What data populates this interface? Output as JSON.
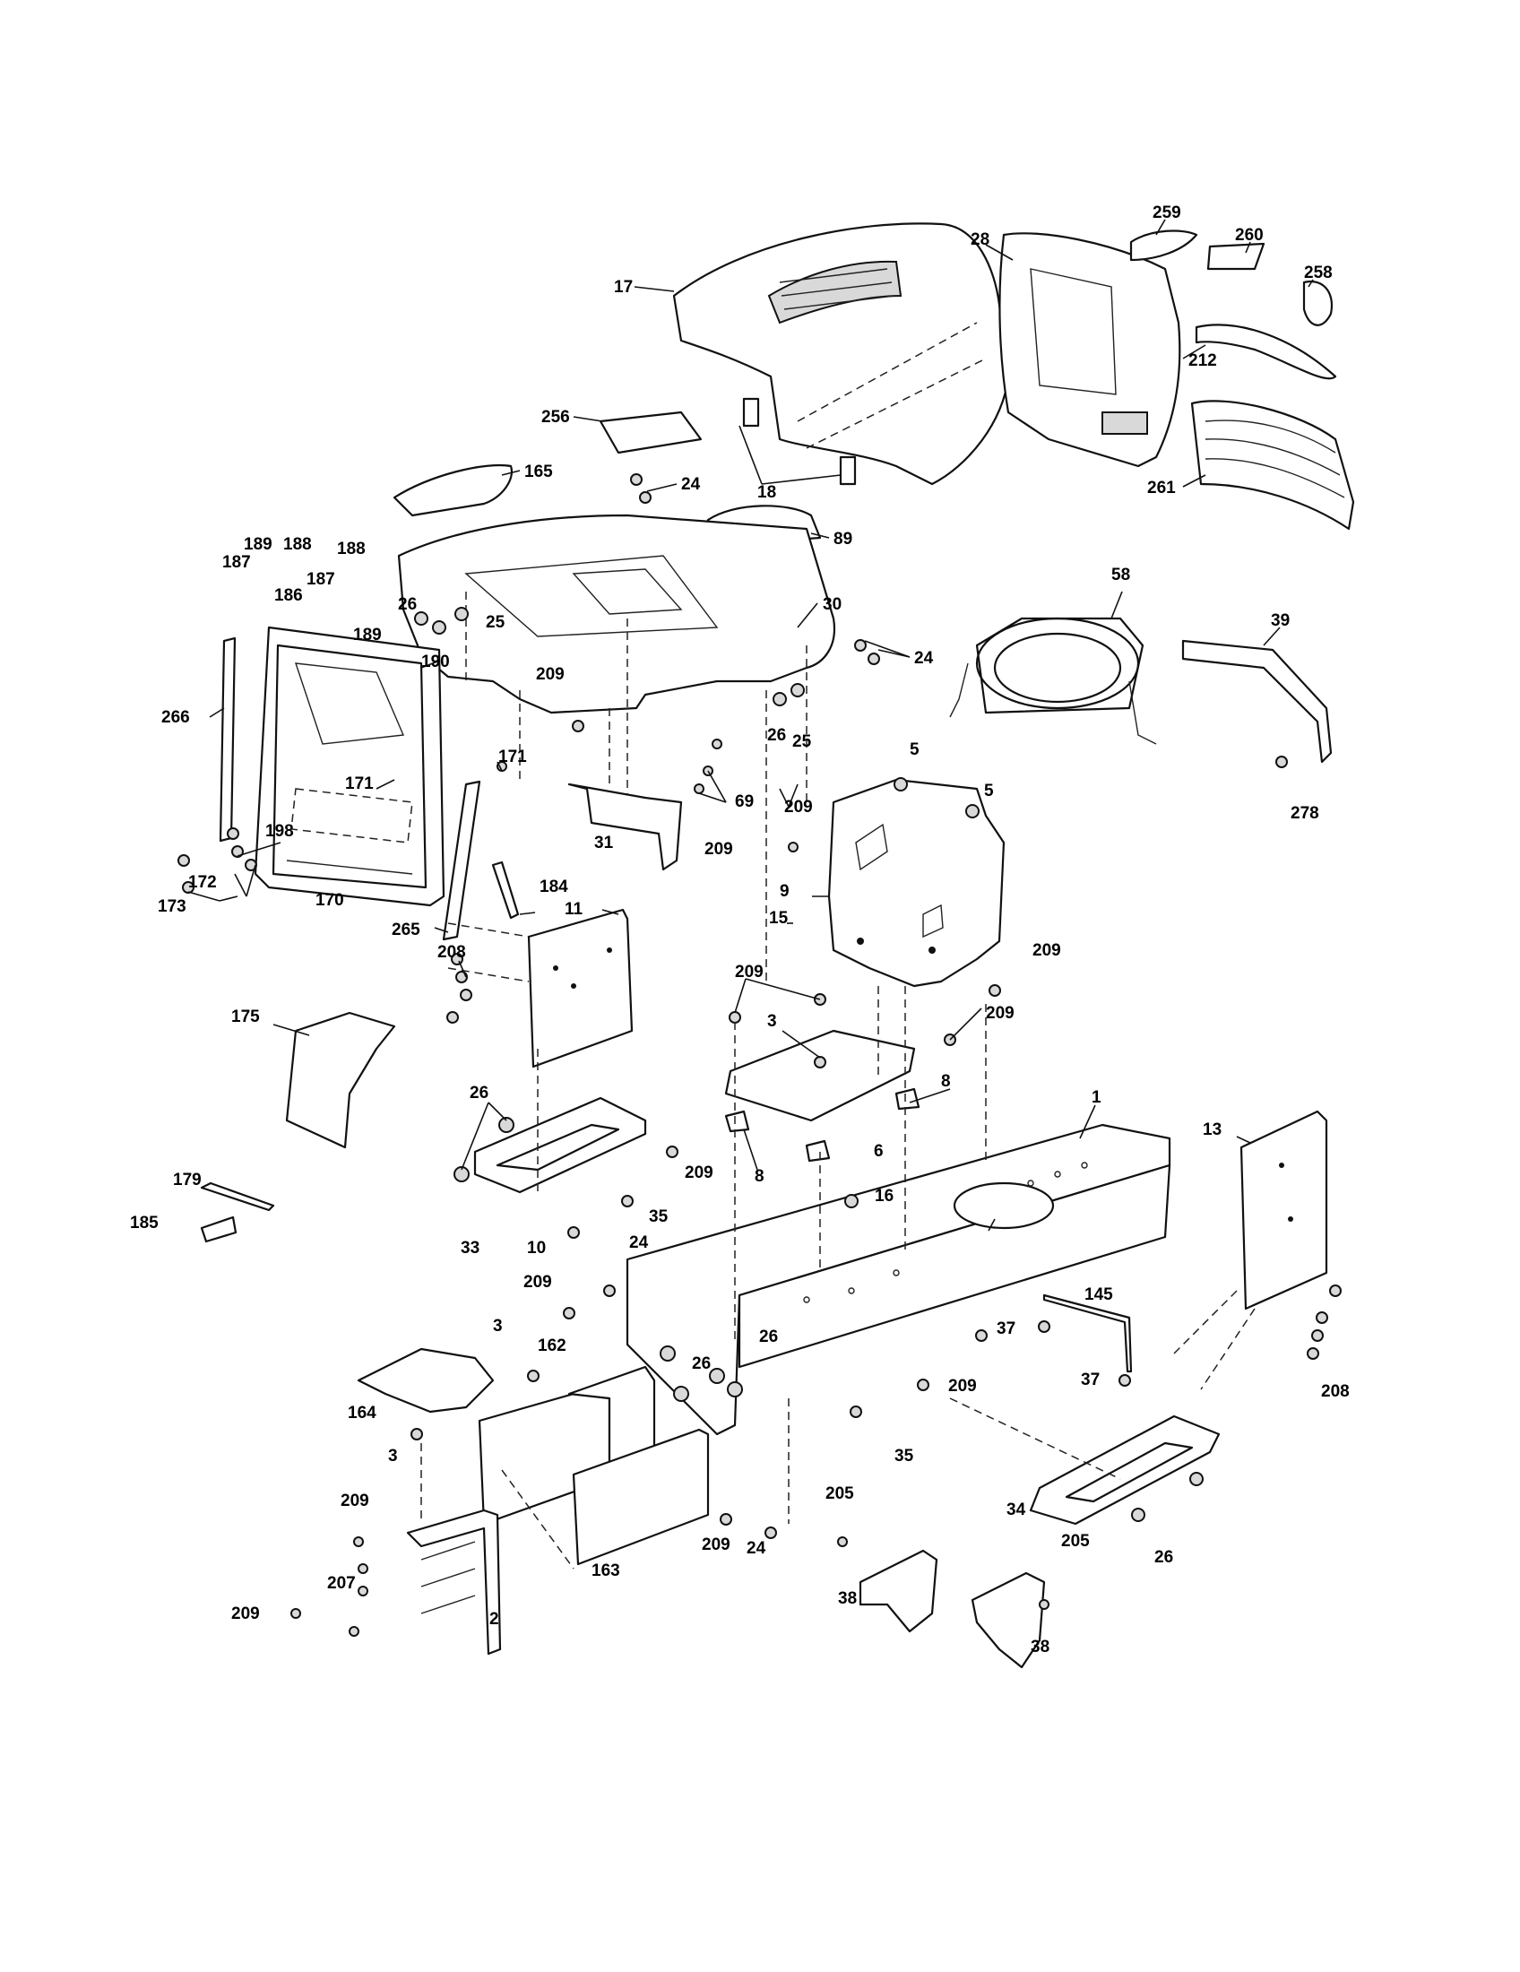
{
  "diagram": {
    "callouts": [
      {
        "id": "c259",
        "text": "259"
      },
      {
        "id": "c260",
        "text": "260"
      },
      {
        "id": "c28",
        "text": "28"
      },
      {
        "id": "c258",
        "text": "258"
      },
      {
        "id": "c17",
        "text": "17"
      },
      {
        "id": "c212",
        "text": "212"
      },
      {
        "id": "c256",
        "text": "256"
      },
      {
        "id": "c261",
        "text": "261"
      },
      {
        "id": "c165",
        "text": "165"
      },
      {
        "id": "c24a",
        "text": "24"
      },
      {
        "id": "c18",
        "text": "18"
      },
      {
        "id": "c89",
        "text": "89"
      },
      {
        "id": "c189a",
        "text": "189"
      },
      {
        "id": "c188a",
        "text": "188"
      },
      {
        "id": "c188b",
        "text": "188"
      },
      {
        "id": "c187a",
        "text": "187"
      },
      {
        "id": "c187b",
        "text": "187"
      },
      {
        "id": "c186",
        "text": "186"
      },
      {
        "id": "c26a",
        "text": "26"
      },
      {
        "id": "c189b",
        "text": "189"
      },
      {
        "id": "c25a",
        "text": "25"
      },
      {
        "id": "c30",
        "text": "30"
      },
      {
        "id": "c24b",
        "text": "24"
      },
      {
        "id": "c58",
        "text": "58"
      },
      {
        "id": "c39",
        "text": "39"
      },
      {
        "id": "c190",
        "text": "190"
      },
      {
        "id": "c209a",
        "text": "209"
      },
      {
        "id": "c266",
        "text": "266"
      },
      {
        "id": "c26b",
        "text": "26"
      },
      {
        "id": "c25b",
        "text": "25"
      },
      {
        "id": "c171a",
        "text": "171"
      },
      {
        "id": "c171b",
        "text": "171"
      },
      {
        "id": "c5a",
        "text": "5"
      },
      {
        "id": "c5b",
        "text": "5"
      },
      {
        "id": "c69",
        "text": "69"
      },
      {
        "id": "c278",
        "text": "278"
      },
      {
        "id": "c209b",
        "text": "209"
      },
      {
        "id": "c198",
        "text": "198"
      },
      {
        "id": "c31",
        "text": "31"
      },
      {
        "id": "c209c",
        "text": "209"
      },
      {
        "id": "c172",
        "text": "172"
      },
      {
        "id": "c173",
        "text": "173"
      },
      {
        "id": "c170",
        "text": "170"
      },
      {
        "id": "c184",
        "text": "184"
      },
      {
        "id": "c9",
        "text": "9"
      },
      {
        "id": "c265",
        "text": "265"
      },
      {
        "id": "c11",
        "text": "11"
      },
      {
        "id": "c15",
        "text": "15"
      },
      {
        "id": "c208a",
        "text": "208"
      },
      {
        "id": "c209d",
        "text": "209"
      },
      {
        "id": "c209e",
        "text": "209"
      },
      {
        "id": "c175",
        "text": "175"
      },
      {
        "id": "c3a",
        "text": "3"
      },
      {
        "id": "c209f",
        "text": "209"
      },
      {
        "id": "c26c",
        "text": "26"
      },
      {
        "id": "c8a",
        "text": "8"
      },
      {
        "id": "c1",
        "text": "1"
      },
      {
        "id": "c13",
        "text": "13"
      },
      {
        "id": "c6",
        "text": "6"
      },
      {
        "id": "c209g",
        "text": "209"
      },
      {
        "id": "c8b",
        "text": "8"
      },
      {
        "id": "c179",
        "text": "179"
      },
      {
        "id": "c16",
        "text": "16"
      },
      {
        "id": "c35a",
        "text": "35"
      },
      {
        "id": "c185",
        "text": "185"
      },
      {
        "id": "c33",
        "text": "33"
      },
      {
        "id": "c10",
        "text": "10"
      },
      {
        "id": "c24c",
        "text": "24"
      },
      {
        "id": "c209h",
        "text": "209"
      },
      {
        "id": "c145",
        "text": "145"
      },
      {
        "id": "c3b",
        "text": "3"
      },
      {
        "id": "c162",
        "text": "162"
      },
      {
        "id": "c26d",
        "text": "26"
      },
      {
        "id": "c37a",
        "text": "37"
      },
      {
        "id": "c26e",
        "text": "26"
      },
      {
        "id": "c164",
        "text": "164"
      },
      {
        "id": "c209i",
        "text": "209"
      },
      {
        "id": "c37b",
        "text": "37"
      },
      {
        "id": "c208b",
        "text": "208"
      },
      {
        "id": "c3c",
        "text": "3"
      },
      {
        "id": "c35b",
        "text": "35"
      },
      {
        "id": "c205a",
        "text": "205"
      },
      {
        "id": "c34",
        "text": "34"
      },
      {
        "id": "c209j",
        "text": "209"
      },
      {
        "id": "c209k",
        "text": "209"
      },
      {
        "id": "c24d",
        "text": "24"
      },
      {
        "id": "c205b",
        "text": "205"
      },
      {
        "id": "c26f",
        "text": "26"
      },
      {
        "id": "c207",
        "text": "207"
      },
      {
        "id": "c163",
        "text": "163"
      },
      {
        "id": "c38a",
        "text": "38"
      },
      {
        "id": "c38b",
        "text": "38"
      },
      {
        "id": "c209l",
        "text": "209"
      },
      {
        "id": "c2",
        "text": "2"
      }
    ]
  }
}
